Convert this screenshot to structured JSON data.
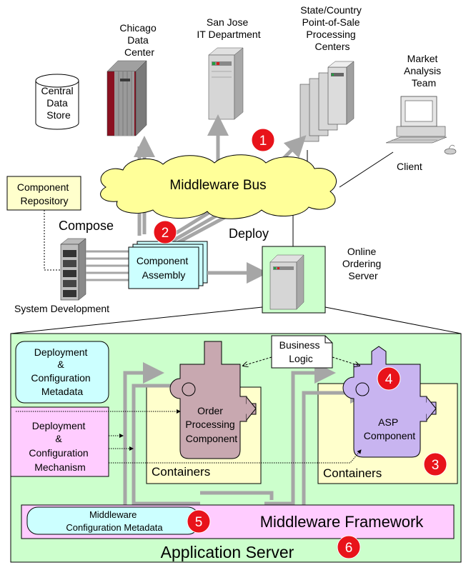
{
  "top": {
    "chicago": [
      "Chicago",
      "Data",
      "Center"
    ],
    "san_jose": [
      "San Jose",
      "IT Department"
    ],
    "pos_centers": [
      "State/Country",
      "Point-of-Sale",
      "Processing",
      "Centers"
    ],
    "market": [
      "Market",
      "Analysis",
      "Team"
    ],
    "central_store": [
      "Central",
      "Data",
      "Store"
    ],
    "client": "Client",
    "middleware_bus": "Middleware Bus",
    "component_repository": [
      "Component",
      "Repository"
    ],
    "compose": "Compose",
    "deploy": "Deploy",
    "component_assembly": [
      "Component",
      "Assembly"
    ],
    "system_development": "System Development",
    "online_server": [
      "Online",
      "Ordering",
      "Server"
    ]
  },
  "bottom": {
    "deploy_config_metadata": [
      "Deployment",
      "&",
      "Configuration",
      "Metadata"
    ],
    "deploy_config_mechanism": [
      "Deployment",
      "&",
      "Configuration",
      "Mechanism"
    ],
    "business_logic": [
      "Business",
      "Logic"
    ],
    "order_component": [
      "Order",
      "Processing",
      "Component"
    ],
    "asp_component": [
      "ASP",
      "Component"
    ],
    "containers_left": "Containers",
    "containers_right": "Containers",
    "middleware_config_metadata": [
      "Middleware",
      "Configuration Metadata"
    ],
    "middleware_framework": "Middleware Framework",
    "application_server": "Application Server"
  },
  "badges": [
    "1",
    "2",
    "3",
    "4",
    "5",
    "6"
  ],
  "colors": {
    "badge": "#e8131a",
    "bus": "#ffff99",
    "app_server": "#ccffcc",
    "container": "#ffffcc",
    "metadata_box": "#ccffff",
    "mechanism_box": "#ffccff",
    "order_component": "#c8a8b0",
    "asp_component": "#c8b4f0",
    "arrow": "#a6a6a6"
  }
}
